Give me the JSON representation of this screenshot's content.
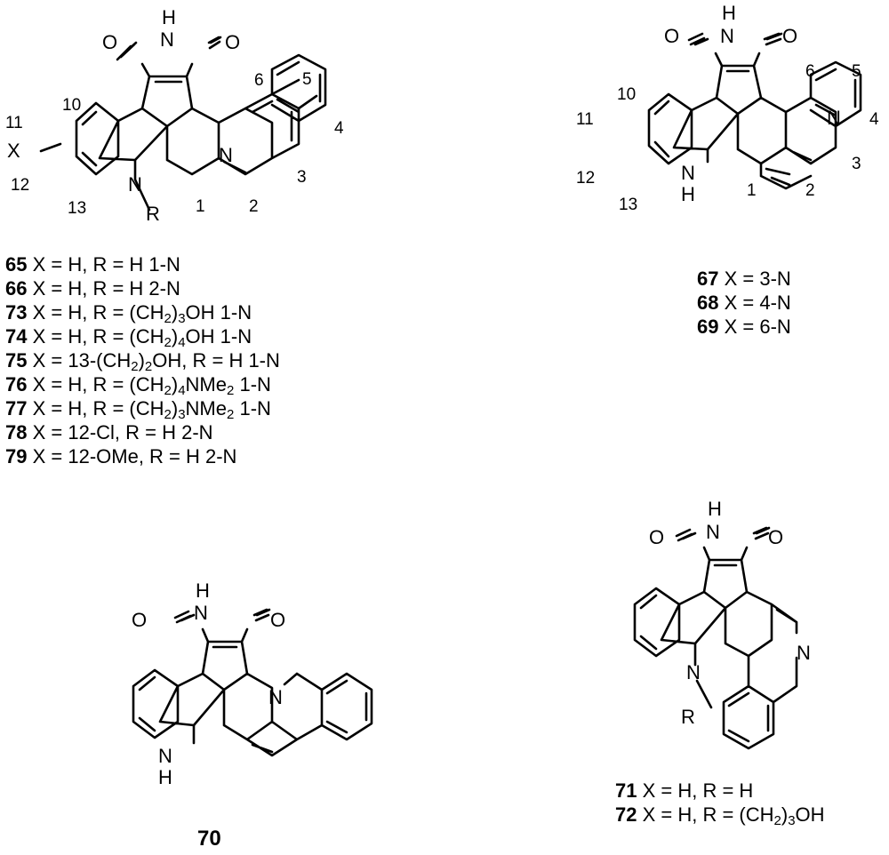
{
  "compounds": {
    "left_top": {
      "atoms": {
        "nh_h": "H",
        "nh_n": "N",
        "o_left": "O",
        "o_right": "O",
        "indole_n": "N",
        "r": "R",
        "x": "X",
        "ring_n": "N"
      },
      "positions": [
        "1",
        "2",
        "3",
        "4",
        "5",
        "6",
        "10",
        "11",
        "12",
        "13"
      ],
      "legend": [
        {
          "id": "65",
          "parts": [
            {
              "t": " X = H, R = H 1-N"
            }
          ]
        },
        {
          "id": "66",
          "parts": [
            {
              "t": " X = H, R = H 2-N"
            }
          ]
        },
        {
          "id": "73",
          "parts": [
            {
              "t": " X = H, R = (CH"
            },
            {
              "sub": "2"
            },
            {
              "t": ")"
            },
            {
              "sub": "3"
            },
            {
              "t": "OH  1-N"
            }
          ]
        },
        {
          "id": "74",
          "parts": [
            {
              "t": " X = H, R = (CH"
            },
            {
              "sub": "2"
            },
            {
              "t": ")"
            },
            {
              "sub": "4"
            },
            {
              "t": "OH  1-N"
            }
          ]
        },
        {
          "id": "75",
          "parts": [
            {
              "t": " X = 13-(CH"
            },
            {
              "sub": "2"
            },
            {
              "t": ")"
            },
            {
              "sub": "2"
            },
            {
              "t": "OH, R = H  1-N"
            }
          ]
        },
        {
          "id": "76",
          "parts": [
            {
              "t": " X = H, R = (CH"
            },
            {
              "sub": "2"
            },
            {
              "t": ")"
            },
            {
              "sub": "4"
            },
            {
              "t": "NMe"
            },
            {
              "sub": "2"
            },
            {
              "t": "  1-N"
            }
          ]
        },
        {
          "id": "77",
          "parts": [
            {
              "t": " X = H, R = (CH"
            },
            {
              "sub": "2"
            },
            {
              "t": ")"
            },
            {
              "sub": "3"
            },
            {
              "t": "NMe"
            },
            {
              "sub": "2"
            },
            {
              "t": "  1-N"
            }
          ]
        },
        {
          "id": "78",
          "parts": [
            {
              "t": " X = 12-Cl, R = H  2-N"
            }
          ]
        },
        {
          "id": "79",
          "parts": [
            {
              "t": " X = 12-OMe, R = H  2-N"
            }
          ]
        }
      ]
    },
    "right_top": {
      "atoms": {
        "nh_h": "H",
        "nh_n": "N",
        "o_left": "O",
        "o_right": "O",
        "indole_n": "N",
        "indole_h": "H",
        "ring_n": "N"
      },
      "positions": [
        "1",
        "2",
        "3",
        "4",
        "5",
        "6",
        "10",
        "11",
        "12",
        "13"
      ],
      "legend": [
        {
          "id": "67",
          "parts": [
            {
              "t": " X = 3-N"
            }
          ]
        },
        {
          "id": "68",
          "parts": [
            {
              "t": " X = 4-N"
            }
          ]
        },
        {
          "id": "69",
          "parts": [
            {
              "t": " X = 6-N"
            }
          ]
        }
      ]
    },
    "left_bottom": {
      "atoms": {
        "nh_h": "H",
        "nh_n": "N",
        "o_left": "O",
        "o_right": "O",
        "indole_n": "N",
        "indole_h": "H",
        "ring_n": "N"
      },
      "caption": "70"
    },
    "right_bottom": {
      "atoms": {
        "nh_h": "H",
        "nh_n": "N",
        "o_left": "O",
        "o_right": "O",
        "indole_n": "N",
        "r": "R",
        "ring_n": "N"
      },
      "legend": [
        {
          "id": "71",
          "parts": [
            {
              "t": " X = H, R = H"
            }
          ]
        },
        {
          "id": "72",
          "parts": [
            {
              "t": " X = H, R = (CH"
            },
            {
              "sub": "2"
            },
            {
              "t": ")"
            },
            {
              "sub": "3"
            },
            {
              "t": "OH"
            }
          ]
        }
      ]
    }
  }
}
